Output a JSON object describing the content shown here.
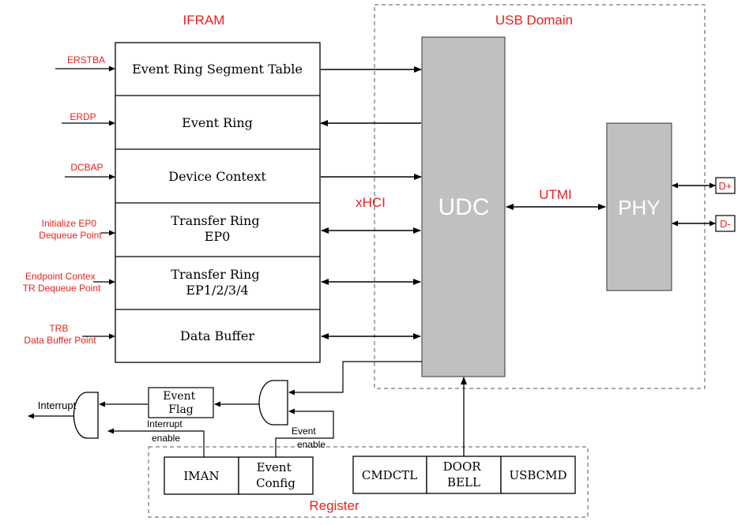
{
  "colors": {
    "red_label": "#e8201e",
    "block_fill": "#c0c0c0",
    "line": "#000000",
    "white_text": "#ffffff"
  },
  "regions": {
    "iframe_title": "IFRAM",
    "usb_domain_title": "USB Domain",
    "register_title": "Register"
  },
  "ifram_table": {
    "rows": [
      {
        "lines": [
          "Event Ring Segment Table"
        ]
      },
      {
        "lines": [
          "Event Ring"
        ]
      },
      {
        "lines": [
          "Device Context"
        ]
      },
      {
        "lines": [
          "Transfer Ring",
          "EP0"
        ]
      },
      {
        "lines": [
          "Transfer Ring",
          "EP1/2/3/4"
        ]
      },
      {
        "lines": [
          "Data Buffer"
        ]
      }
    ]
  },
  "pointers": [
    {
      "lines": [
        "ERSTBA"
      ]
    },
    {
      "lines": [
        "ERDP"
      ]
    },
    {
      "lines": [
        "DCBAP"
      ]
    },
    {
      "lines": [
        "Initialize EP0",
        "Dequeue Point"
      ]
    },
    {
      "lines": [
        "Endpoint Contex",
        "TR Dequeue Point"
      ]
    },
    {
      "lines": [
        "TRB",
        "Data Buffer Point"
      ]
    }
  ],
  "blocks": {
    "udc": "UDC",
    "phy": "PHY",
    "xhci": "xHCI",
    "utmi": "UTMI",
    "d_plus": "D+",
    "d_minus": "D-"
  },
  "interrupt_logic": {
    "interrupt": "Interrupt",
    "event_flag": [
      "Event",
      "Flag"
    ],
    "interrupt_enable": [
      "Interrupt",
      "enable"
    ],
    "event_enable": [
      "Event",
      "enable"
    ]
  },
  "registers": [
    {
      "lines": [
        "IMAN"
      ]
    },
    {
      "lines": [
        "Event",
        "Config"
      ]
    },
    {
      "lines": [
        "CMDCTL"
      ]
    },
    {
      "lines": [
        "DOOR",
        "BELL"
      ]
    },
    {
      "lines": [
        "USBCMD"
      ]
    }
  ]
}
